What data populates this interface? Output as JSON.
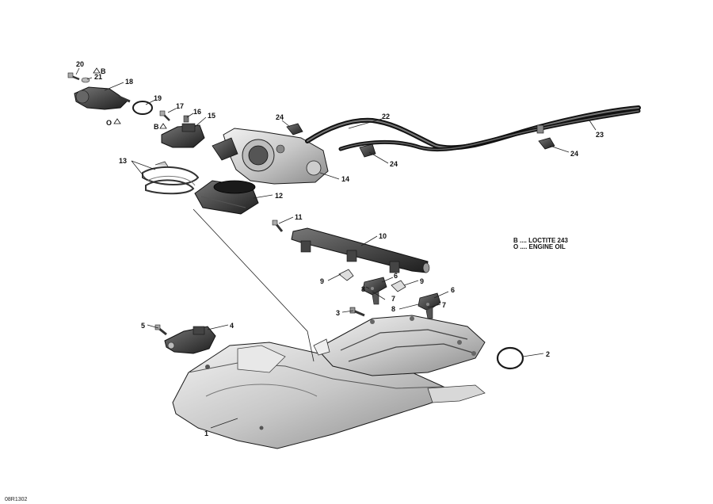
{
  "callouts": [
    "1",
    "2",
    "3",
    "4",
    "5",
    "6",
    "7",
    "8",
    "9",
    "10",
    "11",
    "12",
    "13",
    "14",
    "15",
    "16",
    "17",
    "18",
    "19",
    "20",
    "21",
    "22",
    "23",
    "24"
  ],
  "markers": {
    "b": "B",
    "o": "O"
  },
  "legend": {
    "line1": "B .... LOCTITE 243",
    "line2": "O .... ENGINE OIL"
  },
  "reference": "08R1302",
  "colors": {
    "part_light": "#dcdcdc",
    "part_mid": "#9a9a9a",
    "part_dark": "#2a2a2a",
    "outline": "#1a1a1a"
  }
}
